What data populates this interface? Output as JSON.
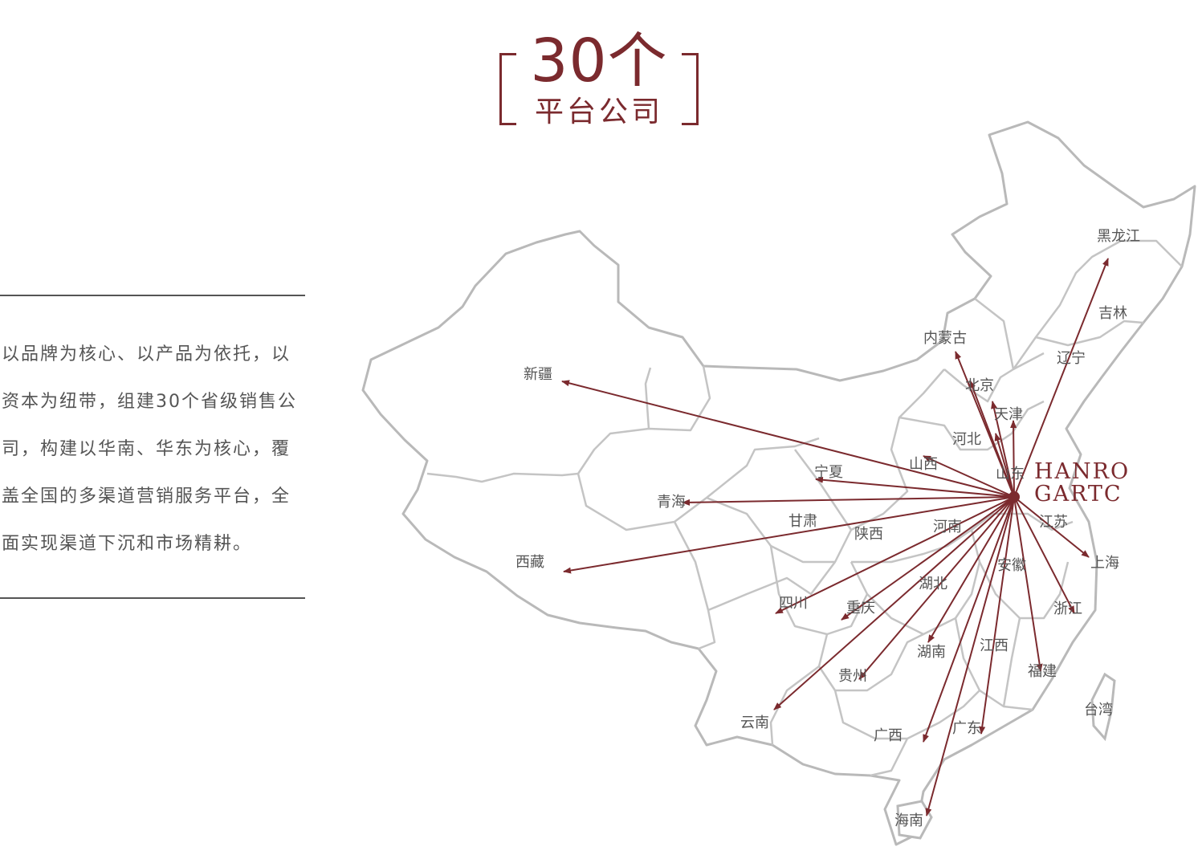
{
  "headline": {
    "number": "30个",
    "subtitle": "平台公司"
  },
  "description": [
    "以品牌为核心、以产品为依托，以",
    "资本为纽带，组建30个省级销售公",
    "司，构建以华南、华东为核心，覆",
    "盖全国的多渠道营销服务平台，全",
    "面实现渠道下沉和市场精耕。"
  ],
  "brand": {
    "line1": "HANRO",
    "line2": "GARTC"
  },
  "colors": {
    "accent": "#7b2a2e",
    "map_outline": "#b9b9b9",
    "text": "#555555"
  },
  "provinces": [
    "黑龙江",
    "吉林",
    "辽宁",
    "内蒙古",
    "北京",
    "天津",
    "河北",
    "山西",
    "山东",
    "宁夏",
    "新疆",
    "青海",
    "甘肃",
    "陕西",
    "河南",
    "江苏",
    "上海",
    "西藏",
    "安徽",
    "湖北",
    "四川",
    "重庆",
    "浙江",
    "湖南",
    "江西",
    "福建",
    "贵州",
    "台湾",
    "云南",
    "广西",
    "广东",
    "海南"
  ]
}
